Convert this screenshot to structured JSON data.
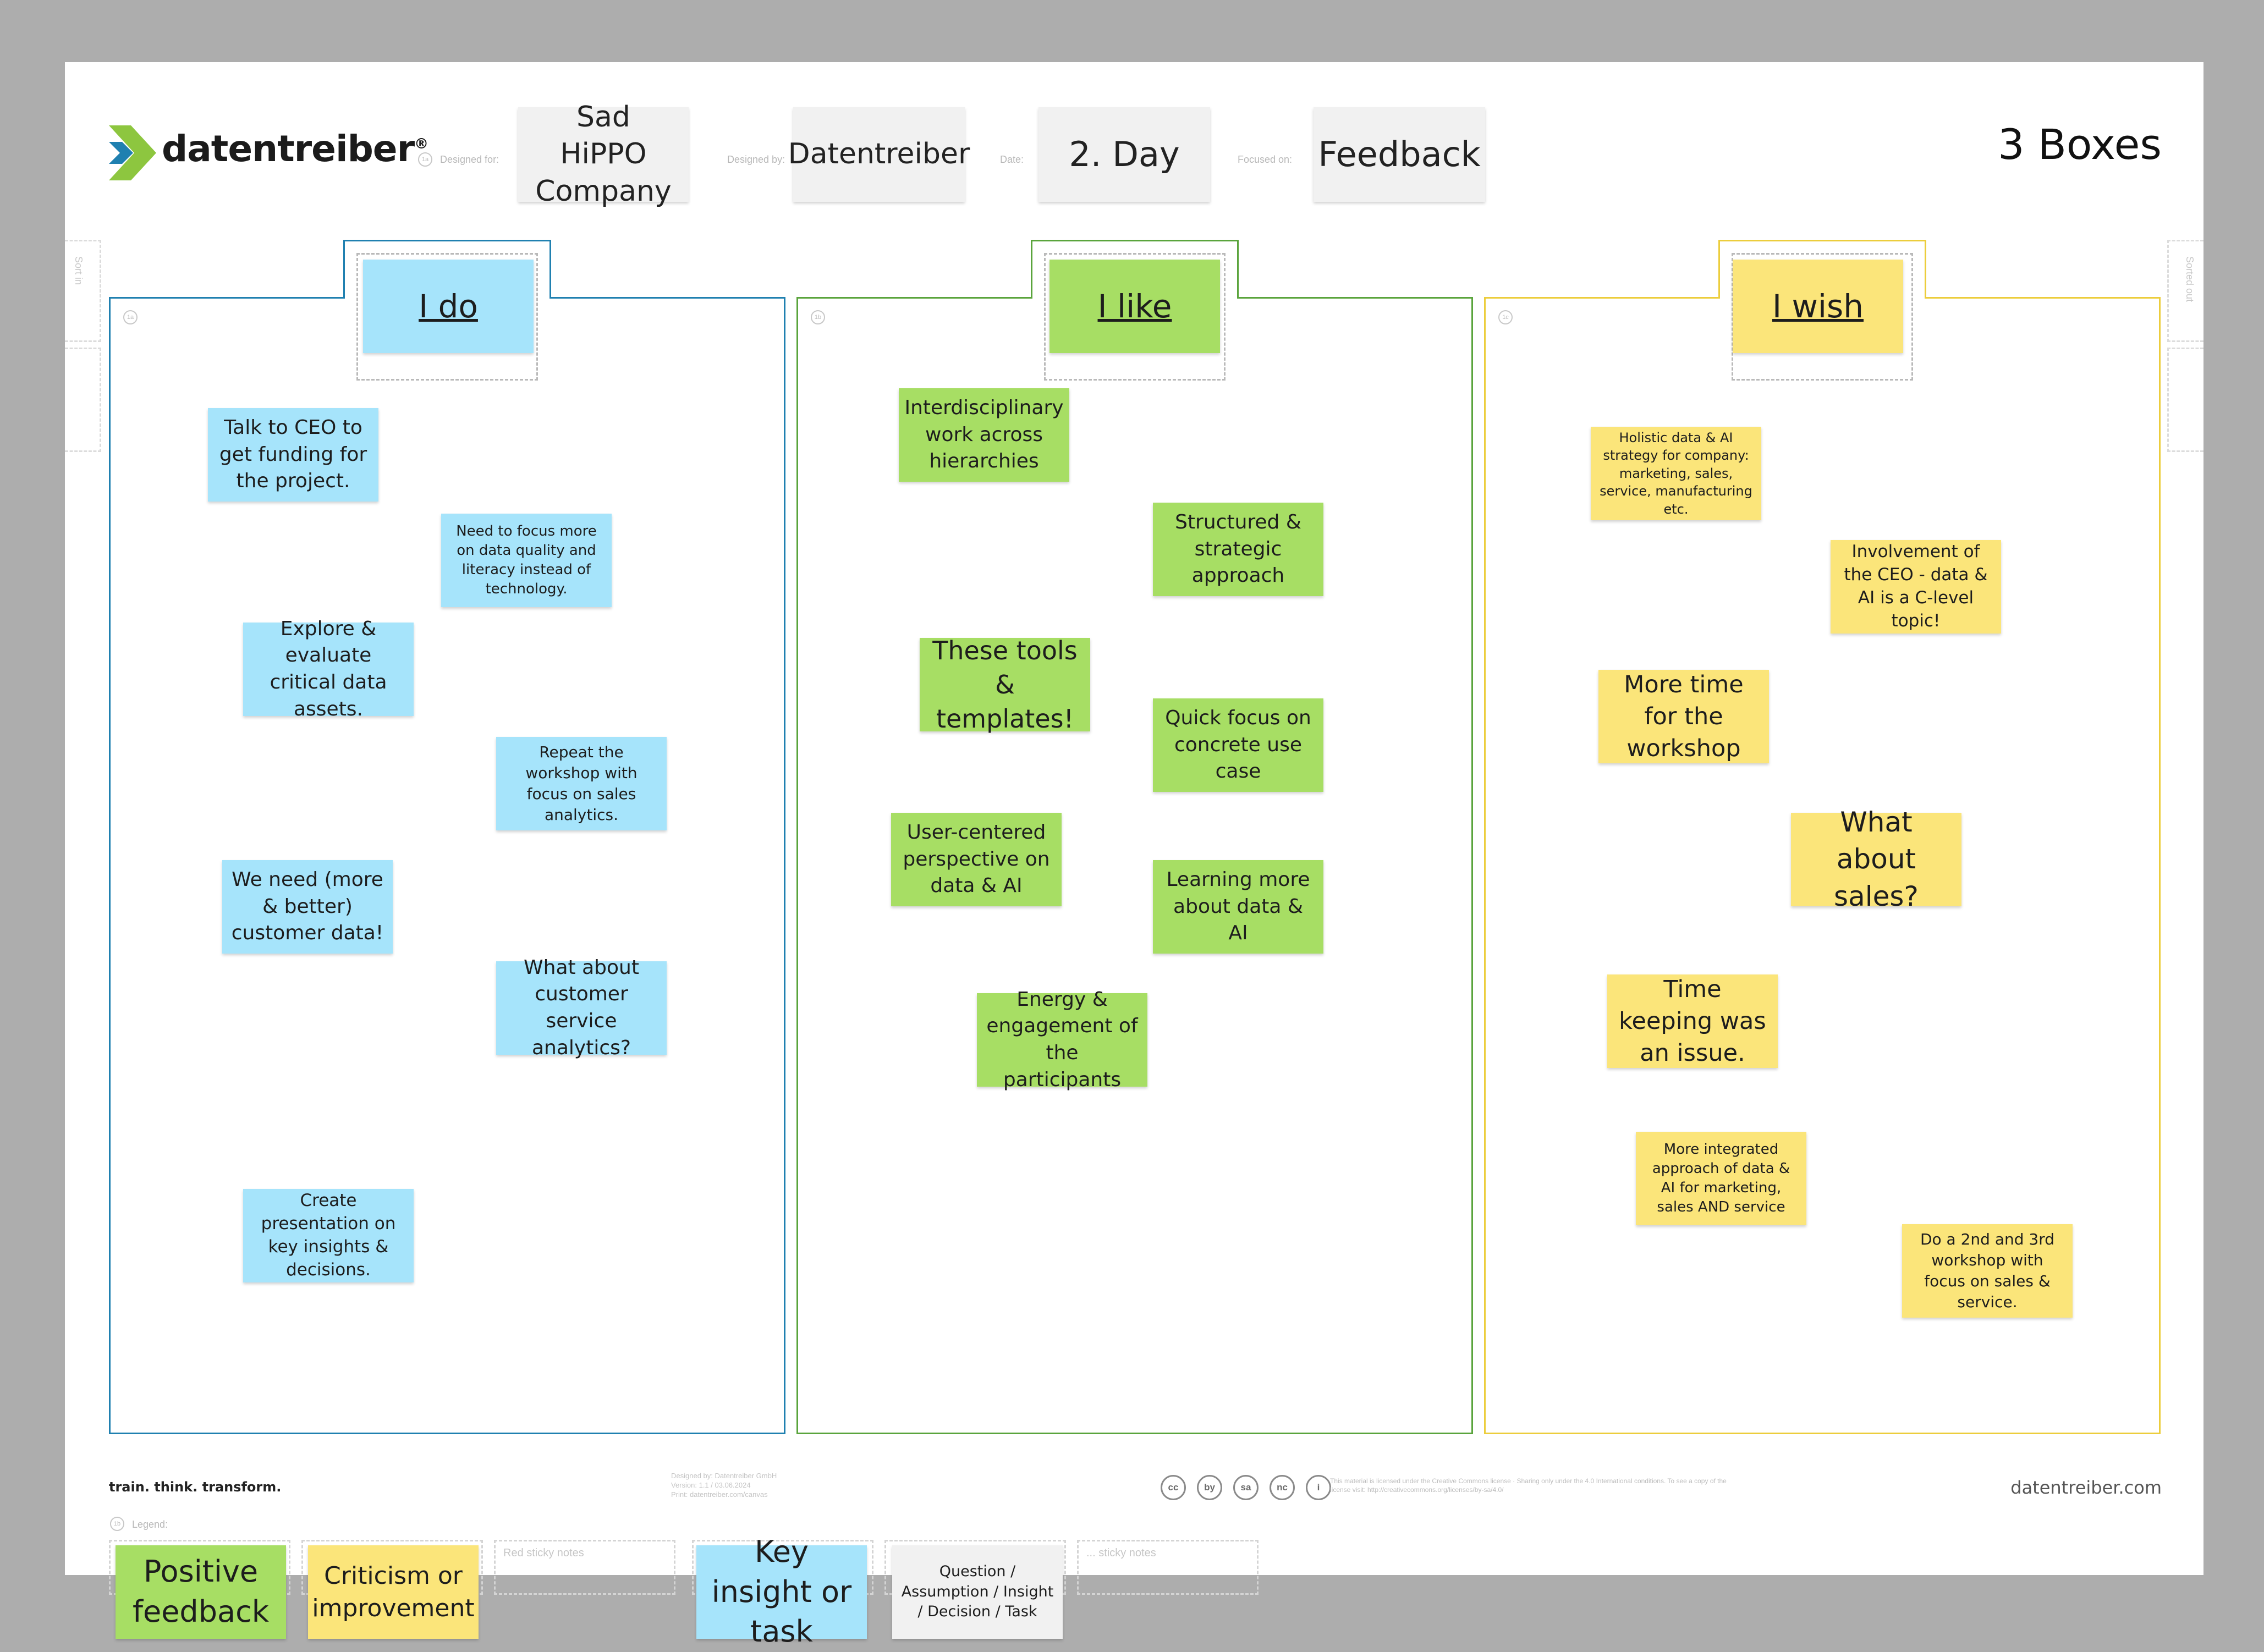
{
  "header": {
    "logo_text": "datentreiber",
    "logo_mark": "®",
    "designed_for_label": "Designed for:",
    "designed_for_value": "Sad HiPPO Company",
    "designed_by_label": "Designed by:",
    "designed_by_value": "Datentreiber",
    "date_label": "Date:",
    "date_value": "2. Day",
    "focused_on_label": "Focused on:",
    "focused_on_value": "Feedback",
    "canvas_title": "3 Boxes"
  },
  "columns": [
    {
      "title": "I do",
      "badge": "1a",
      "notes": [
        "Talk to CEO to get funding for the project.",
        "Need to focus more on data quality and literacy instead of technology.",
        "Explore & evaluate critical data assets.",
        "Repeat the workshop with focus on sales analytics.",
        "We need (more & better) customer data!",
        "What about customer service analytics?",
        "Create presentation on key insights & decisions."
      ]
    },
    {
      "title": "I like",
      "badge": "1b",
      "notes": [
        "Interdisciplinary work across hierarchies",
        "Structured & strategic approach",
        "These tools & templates!",
        "Quick focus on concrete use case",
        "User-centered perspective on data & AI",
        "Learning more about data & AI",
        "Energy & engagement of the participants"
      ]
    },
    {
      "title": "I wish",
      "badge": "1c",
      "notes": [
        "Holistic data & AI strategy for company: marketing, sales, service, manufacturing etc.",
        "Involvement of the CEO - data & AI is a C-level topic!",
        "More time for the workshop",
        "What about sales?",
        "Time keeping was an issue.",
        "More integrated approach of data & AI for marketing, sales AND service",
        "Do a 2nd and 3rd workshop with focus on sales & service."
      ]
    }
  ],
  "side_tabs": {
    "left": "Sort in",
    "right": "Sorted out"
  },
  "footer": {
    "tagline": "train. think. transform.",
    "credits": [
      "Designed by: Datentreiber GmbH",
      "Version: 1.1 / 03.06.2024",
      "Print: datentreiber.com/canvas"
    ],
    "license_icons": [
      "cc",
      "by",
      "sa",
      "nc",
      "i"
    ],
    "license_text": "This material is licensed under the Creative Commons license · Sharing only under the 4.0 International conditions. To see a copy of the license visit: http://creativecommons.org/licenses/by-sa/4.0/",
    "website": "datentreiber.com"
  },
  "legend": {
    "label": "Legend:",
    "badge": "1b",
    "items": [
      {
        "text": "Positive feedback",
        "color": "#a7de64"
      },
      {
        "text": "Criticism or improvement",
        "color": "#fbe57a"
      },
      {
        "text": "Red sticky notes"
      },
      {
        "text": "Key insight or task",
        "color": "#a6e4fb"
      },
      {
        "text": "Question / Assumption / Insight / Decision / Task",
        "color": "#f1f1f1"
      },
      {
        "text": "... sticky notes"
      }
    ]
  },
  "colors": {
    "blue": "#1f80b0",
    "green": "#5aa43c",
    "yellow": "#eccd3c",
    "logo_green": "#8dc63f",
    "logo_blue": "#1f80b0"
  }
}
